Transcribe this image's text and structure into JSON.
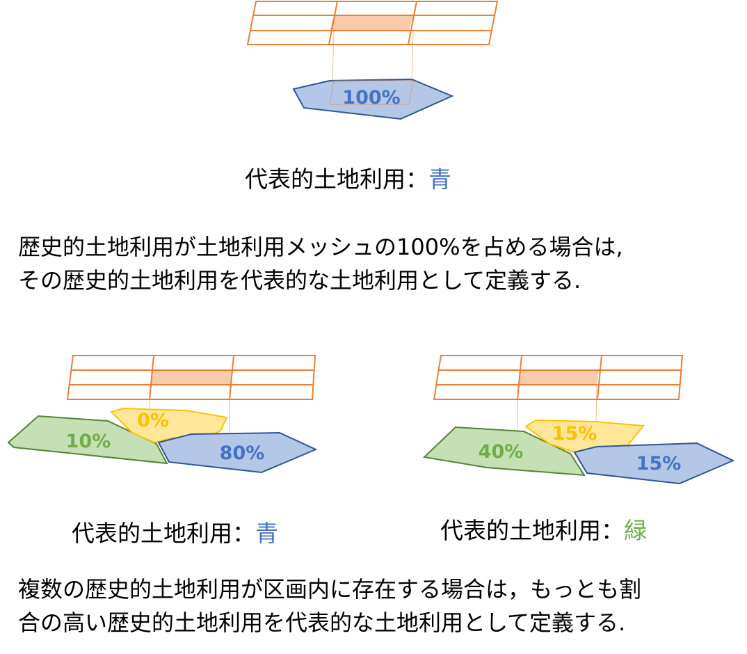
{
  "diagram_top": {
    "polygon_label": "100%",
    "caption_prefix": "代表的土地利用：",
    "caption_value": "青"
  },
  "paragraph1": {
    "line1": "歴史的土地利用が土地利用メッシュの100%を占める場合は,",
    "line2": "その歴史的土地利用を代表的な土地利用として定義する."
  },
  "diagram_left": {
    "green_label": "10%",
    "yellow_label": "0%",
    "blue_label": "80%",
    "caption_prefix": "代表的土地利用：",
    "caption_value": "青"
  },
  "diagram_right": {
    "green_label": "40%",
    "yellow_label": "15%",
    "blue_label": "15%",
    "caption_prefix": "代表的土地利用：",
    "caption_value": "緑"
  },
  "paragraph2": {
    "line1": "複数の歴史的土地利用が区画内に存在する場合は，もっとも割",
    "line2": "合の高い歴史的土地利用を代表的な土地利用として定義する."
  },
  "colors": {
    "grid_orange": "#ED7D31",
    "cell_highlight": "#F8CBAD",
    "blue_fill": "#B4C7E7",
    "blue_text": "#4472C4",
    "green_fill": "#C5E0B4",
    "green_text": "#70AD47",
    "yellow_fill": "#FFE699",
    "yellow_text": "#FFC000"
  }
}
